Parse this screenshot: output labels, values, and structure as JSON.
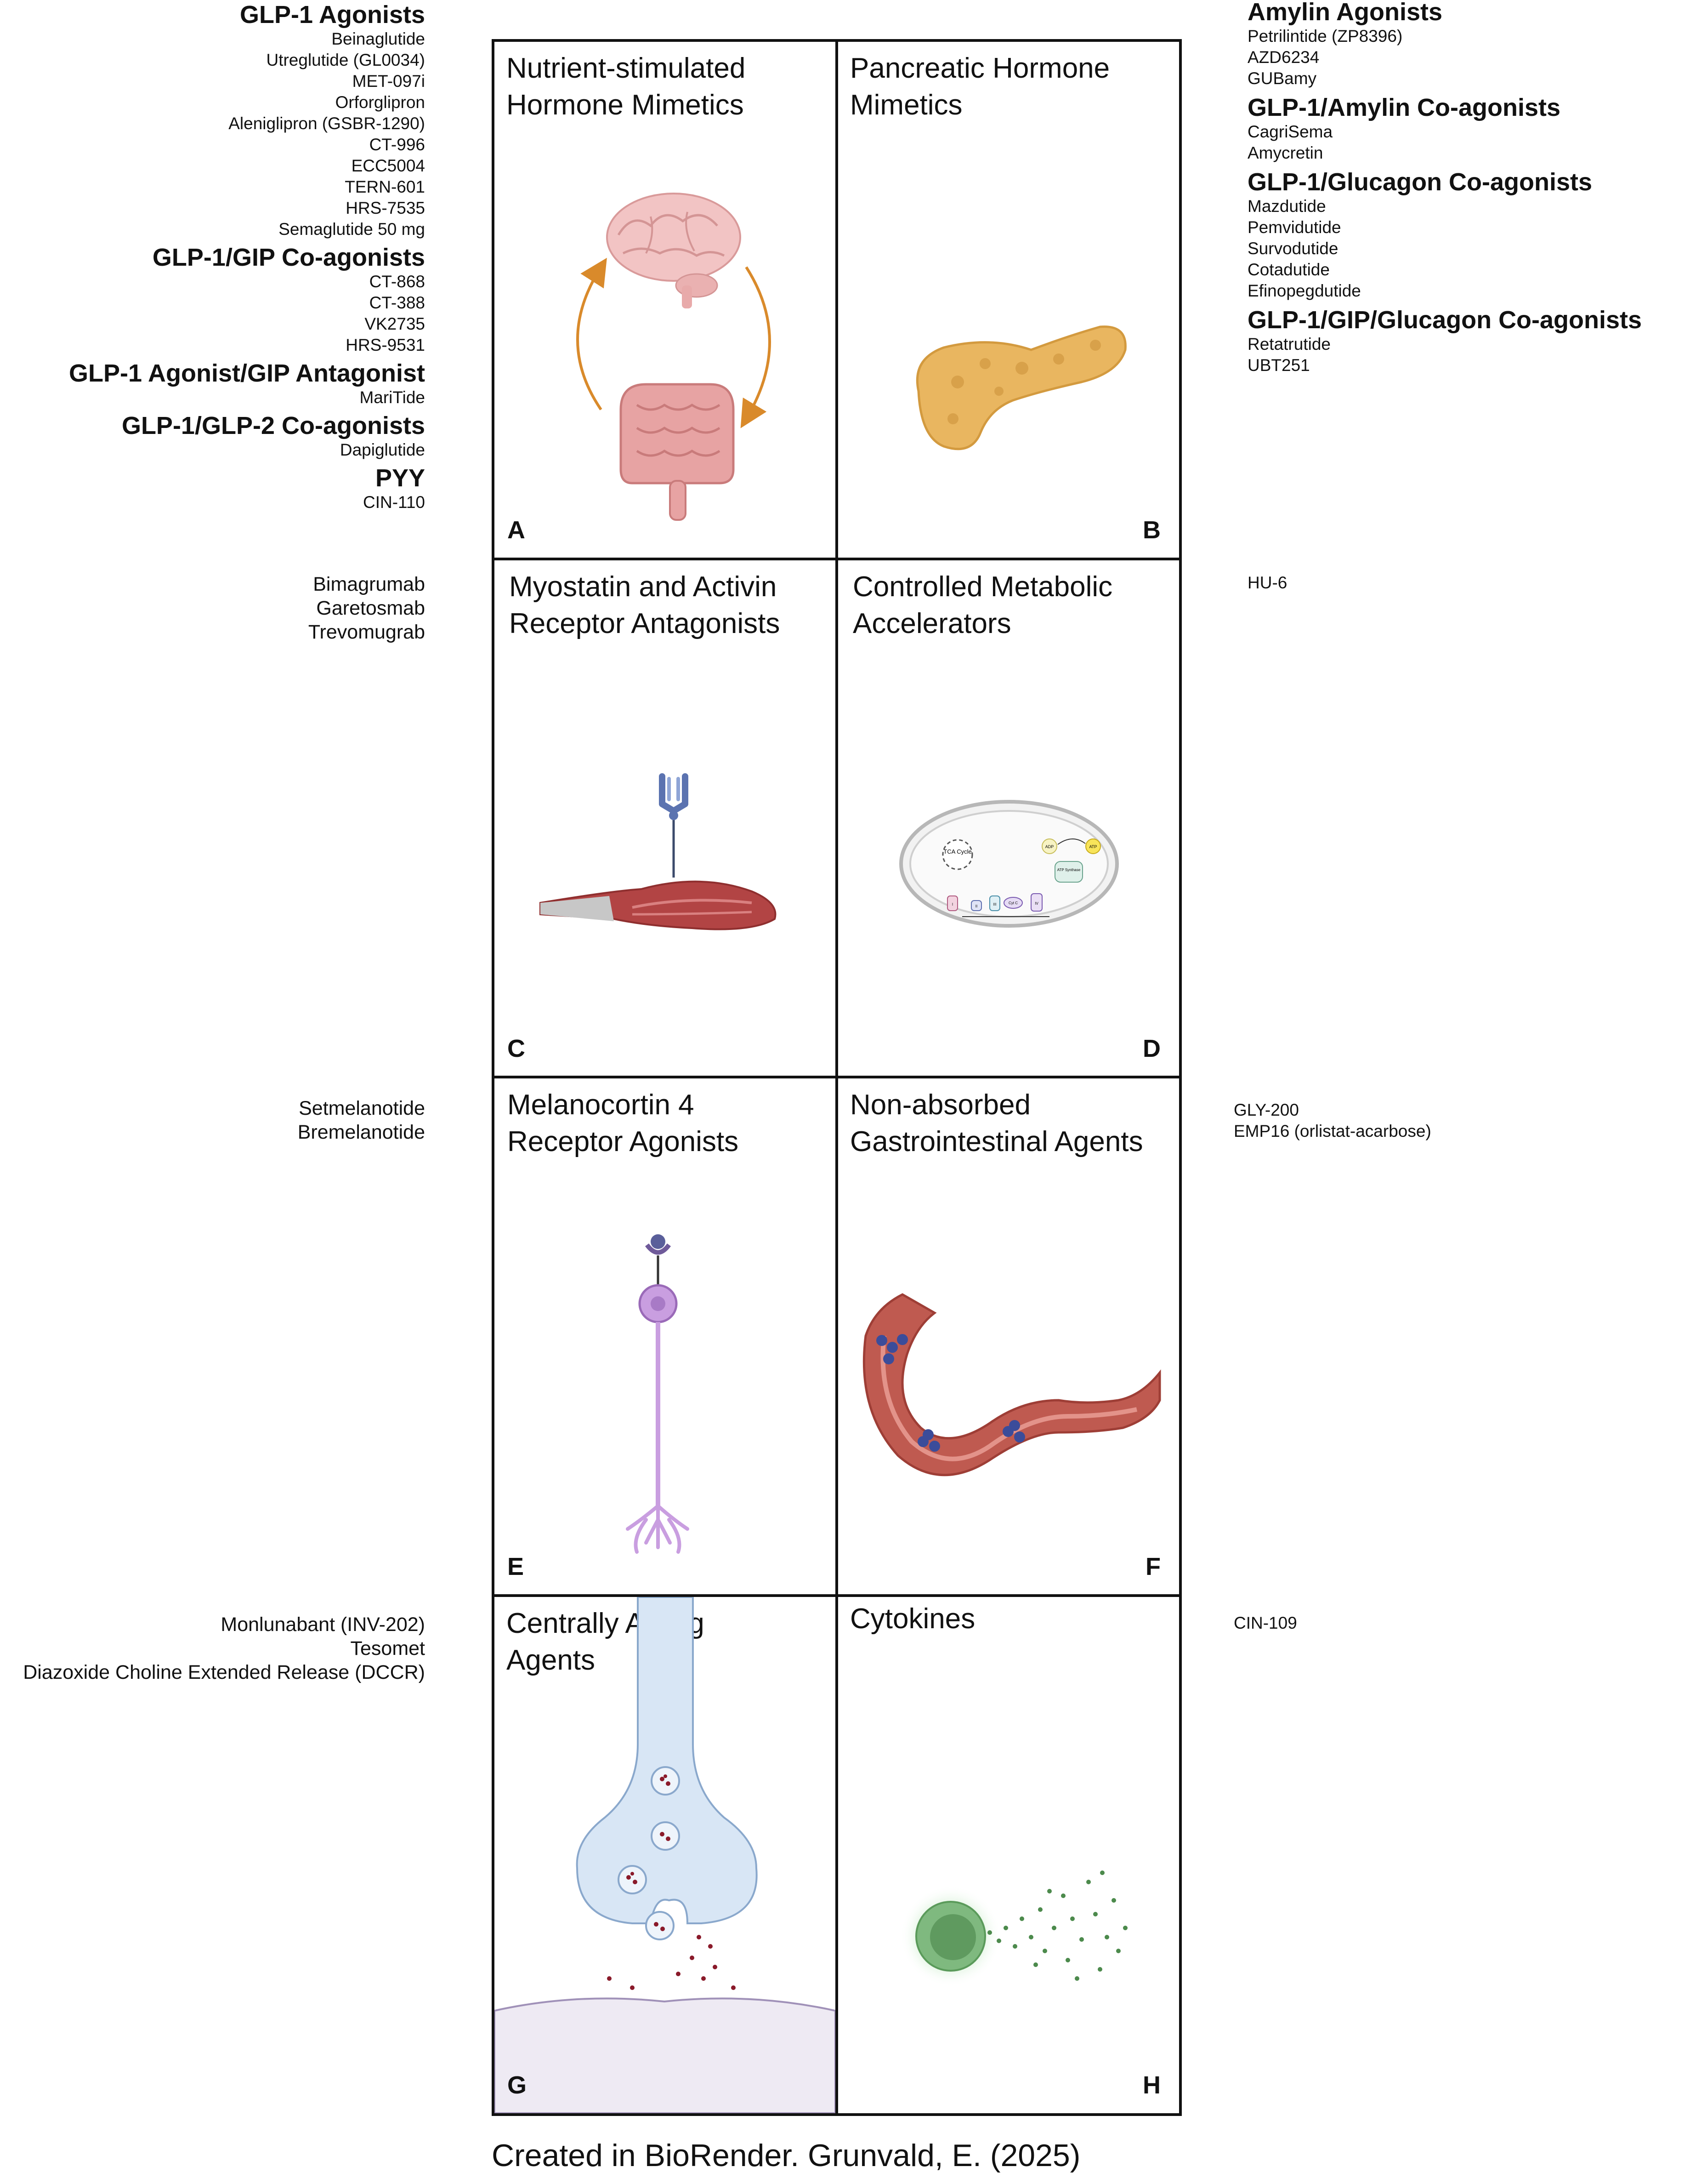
{
  "left": {
    "a": {
      "groups": [
        {
          "header": "GLP-1 Agonists",
          "drugs": [
            "Beinaglutide",
            "Utreglutide (GL0034)",
            "MET-097i",
            "Orforglipron",
            "Aleniglipron (GSBR-1290)",
            "CT-996",
            "ECC5004",
            "TERN-601",
            "HRS-7535",
            "Semaglutide 50 mg"
          ]
        },
        {
          "header": "GLP-1/GIP Co-agonists",
          "drugs": [
            "CT-868",
            "CT-388",
            "VK2735",
            "HRS-9531"
          ]
        },
        {
          "header": "GLP-1 Agonist/GIP Antagonist",
          "drugs": [
            "MariTide"
          ]
        },
        {
          "header": "GLP-1/GLP-2 Co-agonists",
          "drugs": [
            "Dapiglutide"
          ]
        },
        {
          "header": "PYY",
          "drugs": [
            "CIN-110"
          ]
        }
      ]
    },
    "c": [
      "Bimagrumab",
      "Garetosmab",
      "Trevomugrab"
    ],
    "e": [
      "Setmelanotide",
      "Bremelanotide"
    ],
    "g": [
      "Monlunabant (INV-202)",
      "Tesomet",
      "Diazoxide Choline Extended Release (DCCR)"
    ]
  },
  "right": {
    "b": {
      "groups": [
        {
          "header": "Amylin Agonists",
          "drugs": [
            "Petrilintide (ZP8396)",
            "AZD6234",
            "GUBamy"
          ]
        },
        {
          "header": "GLP-1/Amylin Co-agonists",
          "drugs": [
            "CagriSema",
            "Amycretin"
          ]
        },
        {
          "header": "GLP-1/Glucagon Co-agonists",
          "drugs": [
            "Mazdutide",
            "Pemvidutide",
            "Survodutide",
            "Cotadutide",
            "Efinopegdutide"
          ]
        },
        {
          "header": "GLP-1/GIP/Glucagon Co-agonists",
          "drugs": [
            "Retatrutide",
            "UBT251"
          ]
        }
      ]
    },
    "d": [
      "HU-6"
    ],
    "f": [
      "GLY-200",
      "EMP16 (orlistat-acarbose)"
    ],
    "h": [
      "CIN-109"
    ]
  },
  "panels": {
    "a": {
      "title1": "Nutrient-stimulated",
      "title2": "Hormone Mimetics",
      "label": "A"
    },
    "b": {
      "title1": "Pancreatic Hormone",
      "title2": "Mimetics",
      "label": "B"
    },
    "c": {
      "title1": "Myostatin and Activin",
      "title2": "Receptor Antagonists",
      "label": "C"
    },
    "d": {
      "title1": "Controlled Metabolic",
      "title2": "Accelerators",
      "label": "D"
    },
    "e": {
      "title1": "Melanocortin 4",
      "title2": "Receptor Agonists",
      "label": "E"
    },
    "f": {
      "title1": "Non-absorbed",
      "title2": "Gastrointestinal Agents",
      "label": "F"
    },
    "g": {
      "title1": "Centrally Acting",
      "title2": "Agents",
      "label": "G"
    },
    "h": {
      "title1": "Cytokines",
      "title2": "",
      "label": "H"
    }
  },
  "mito": {
    "tca": "TCA Cycle",
    "adp": "ADP",
    "atp": "ATP",
    "synthase": "ATP Synthase",
    "complexes": [
      "I",
      "II",
      "III",
      "Cyt C",
      "IV"
    ]
  },
  "credit": "Created in BioRender. Grunvald, E. (2025)"
}
